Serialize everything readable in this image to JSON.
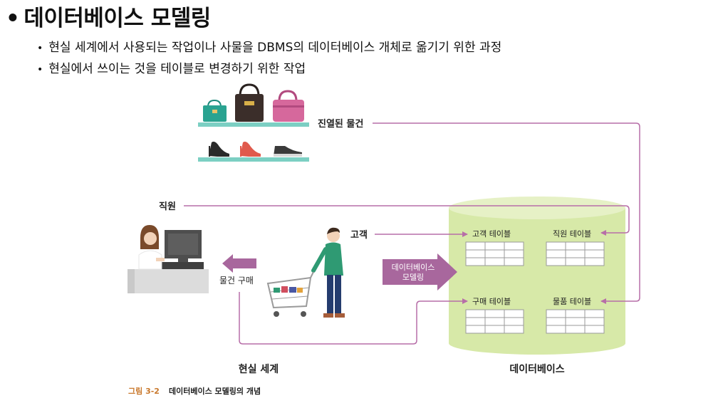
{
  "title": "데이터베이스 모델링",
  "bullet_glyph": "•",
  "bullets": [
    "현실 세계에서 사용되는 작업이나 사물을 DBMS의 데이터베이스 개체로 옮기기 위한 과정",
    "현실에서 쓰이는 것을 테이블로 변경하기 위한 작업"
  ],
  "diagram": {
    "goods_label": "진열된 물건",
    "staff_label": "직원",
    "customer_label": "고객",
    "purchase_label": "물건 구매",
    "modeling_label_line1": "데이터베이스",
    "modeling_label_line2": "모델링",
    "tables": {
      "customer": "고객 테이블",
      "staff": "직원 테이블",
      "purchase": "구매 테이블",
      "product": "물품 테이블"
    },
    "real_world_label": "현실 세계",
    "database_label": "데이터베이스",
    "caption_number": "그림 3-2",
    "caption_text": "데이터베이스 모델링의 개념"
  },
  "colors": {
    "connector": "#b76ea8",
    "arrow_fill": "#a8679d",
    "cylinder_body": "#d7e9a8",
    "cylinder_top": "#e6f1c6",
    "shelf": "#7ccfc3",
    "caption_number": "#c9782c"
  }
}
